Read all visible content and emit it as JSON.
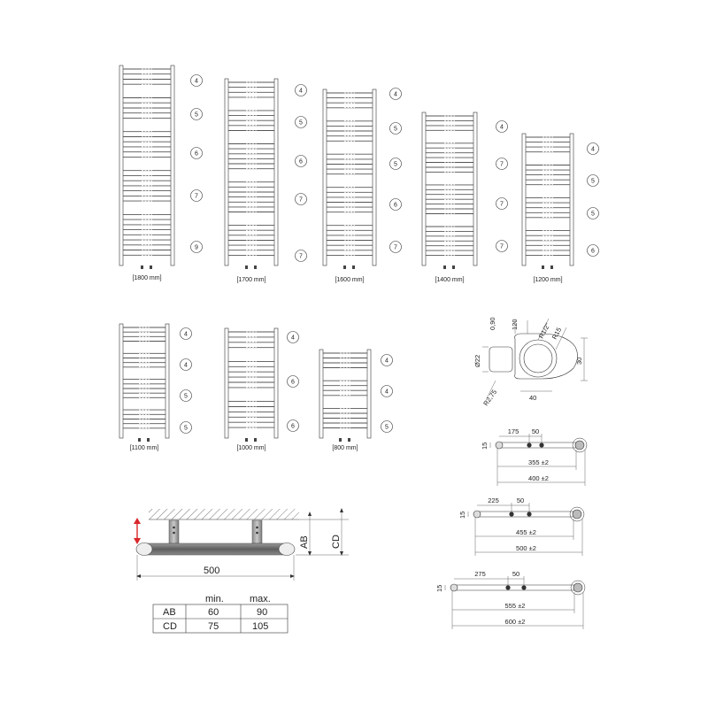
{
  "sheet_title": "",
  "radiators": [
    {
      "size_label": "[1800 mm]",
      "groups": [
        "4",
        "5",
        "6",
        "7",
        "9"
      ]
    },
    {
      "size_label": "[1700 mm]",
      "groups": [
        "4",
        "5",
        "6",
        "7",
        "7"
      ]
    },
    {
      "size_label": "[1600 mm]",
      "groups": [
        "4",
        "5",
        "5",
        "6",
        "7"
      ]
    },
    {
      "size_label": "[1400 mm]",
      "groups": [
        "4",
        "7",
        "7",
        "7"
      ]
    },
    {
      "size_label": "[1200 mm]",
      "groups": [
        "4",
        "5",
        "5",
        "6"
      ]
    },
    {
      "size_label": "[1100 mm]",
      "groups": [
        "4",
        "4",
        "5",
        "5"
      ]
    },
    {
      "size_label": "[1000 mm]",
      "groups": [
        "4",
        "6",
        "6"
      ]
    },
    {
      "size_label": "[800 mm]",
      "groups": [
        "4",
        "4",
        "5"
      ]
    }
  ],
  "section": {
    "labels": [
      "0,90",
      "120",
      "R1/2\"",
      "R15",
      "Ø22",
      "30",
      "R2,75",
      "40"
    ]
  },
  "plans": [
    {
      "offset": "175",
      "spacing": "50",
      "rail_width": "15",
      "inner": "355 ±2",
      "outer": "400 ±2"
    },
    {
      "offset": "225",
      "spacing": "50",
      "rail_width": "15",
      "inner": "455 ±2",
      "outer": "500 ±2"
    },
    {
      "offset": "275",
      "spacing": "50",
      "rail_width": "15",
      "inner": "555 ±2",
      "outer": "600 ±2"
    }
  ],
  "mount": {
    "width_label": "500",
    "ab_label": "AB",
    "cd_label": "CD"
  },
  "table": {
    "columns": [
      "",
      "min.",
      "max."
    ],
    "rows": [
      [
        "AB",
        "60",
        "90"
      ],
      [
        "CD",
        "75",
        "105"
      ]
    ]
  },
  "colors": {
    "line": "#333333",
    "bar": "#555555",
    "arrow": "#d9262a",
    "rail": "#6e6e6e"
  }
}
